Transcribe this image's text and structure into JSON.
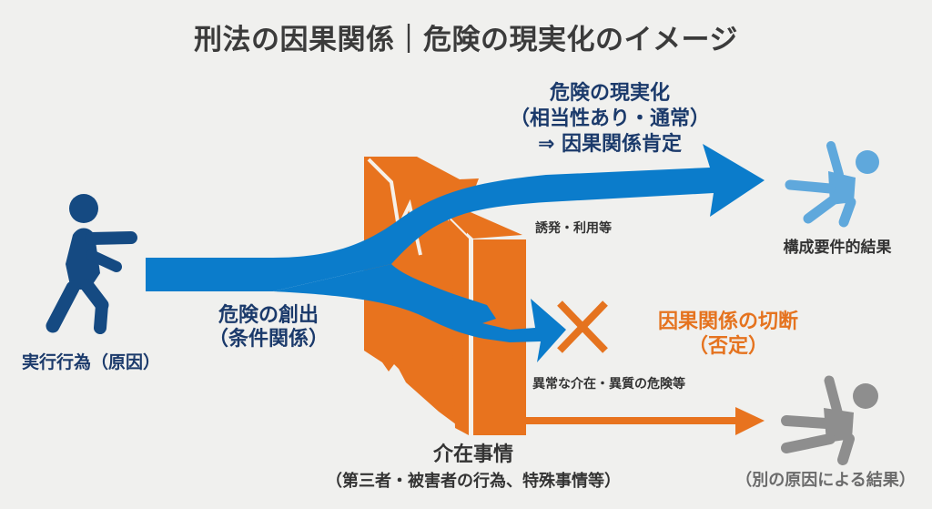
{
  "title": "刑法の因果関係｜危険の現実化のイメージ",
  "colors": {
    "background": "#f0f0ee",
    "main_arrow": "#0b7ccb",
    "actor": "#154a82",
    "result_victim": "#5fa8dc",
    "intervening_block": "#e8731e",
    "other_result": "#8e8e8e",
    "title_text": "#3b3b3b",
    "navy_text": "#1b3a6b",
    "orange_text": "#e5731f"
  },
  "actor": {
    "icon": "walking-person-icon",
    "label": "実行行為（原因）"
  },
  "creation": {
    "line1": "危険の創出",
    "line2": "（条件関係）"
  },
  "realization": {
    "line1": "危険の現実化",
    "line2": "（相当性あり・通常）",
    "line3": "⇒ 因果関係肯定",
    "note": "誘発・利用等"
  },
  "result": {
    "icon": "falling-person-icon",
    "label": "構成要件的結果"
  },
  "severance": {
    "icon": "cross-mark-icon",
    "line1": "因果関係の切断",
    "line2": "（否定）",
    "note": "異常な介在・異質の危険等"
  },
  "intervening": {
    "title": "介在事情",
    "subtitle": "（第三者・被害者の行為、特殊事情等）"
  },
  "other_result": {
    "icon": "falling-person-gray-icon",
    "label": "（別の原因による結果）"
  }
}
